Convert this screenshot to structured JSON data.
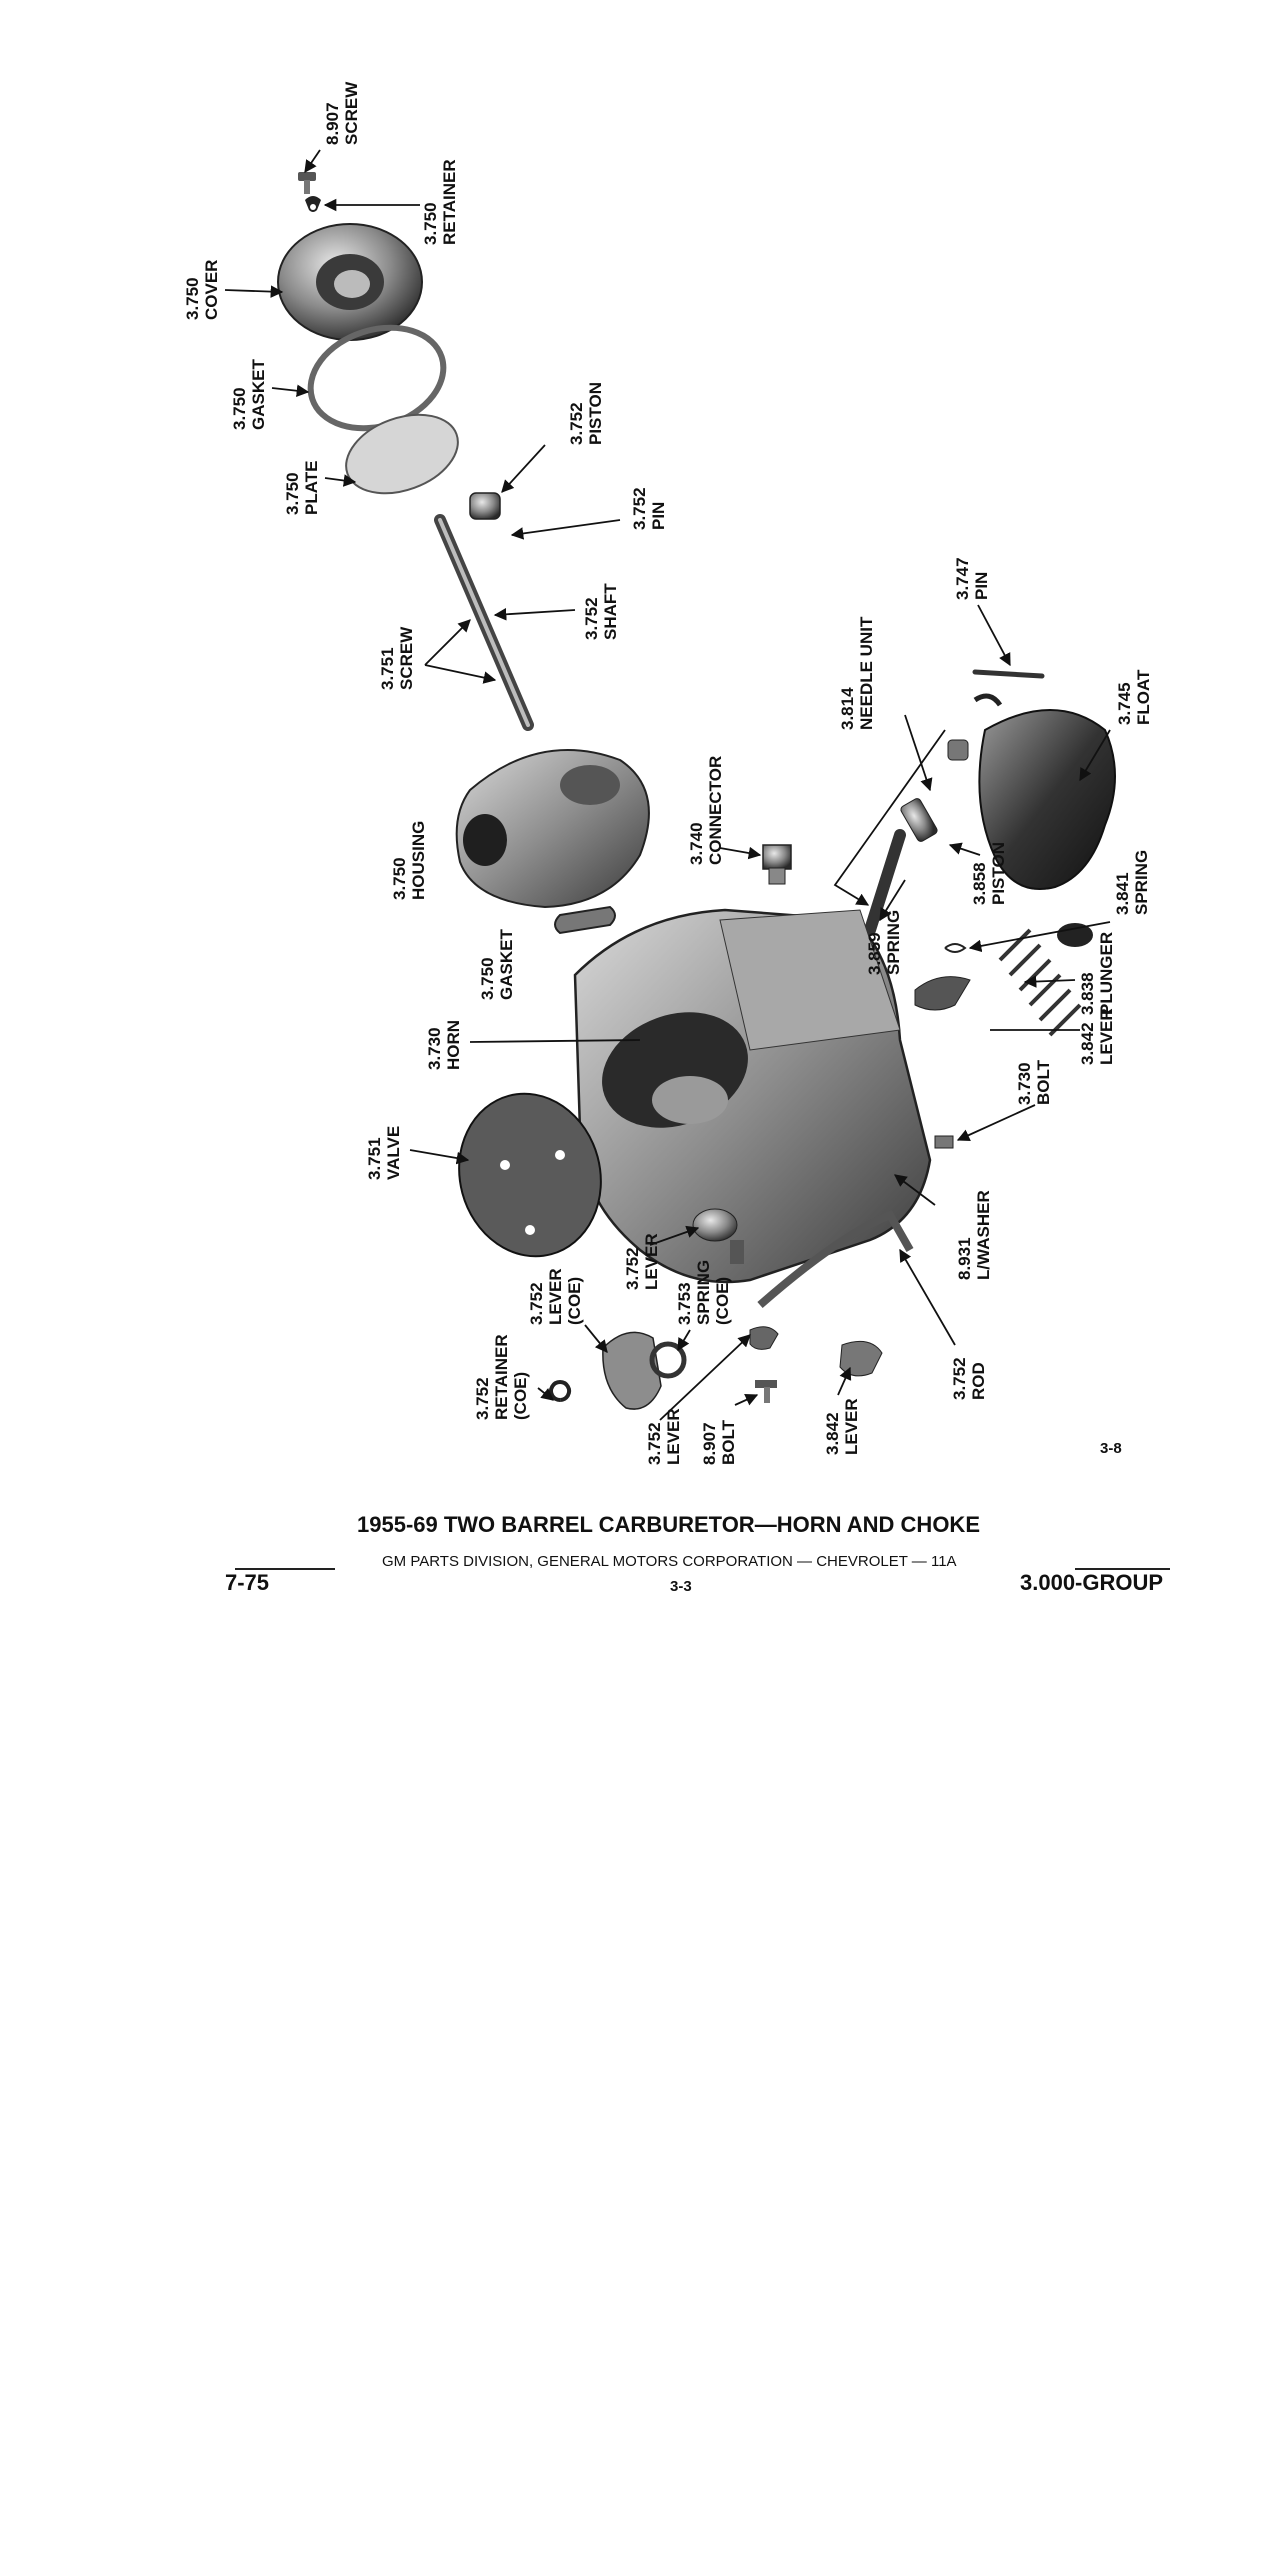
{
  "figure_number": "3-8",
  "footer": {
    "title": "1955-69 TWO BARREL CARBURETOR—HORN AND CHOKE",
    "division": "GM PARTS DIVISION, GENERAL MOTORS CORPORATION — CHEVROLET — 11A",
    "date": "7-75",
    "page": "3-3",
    "group": "3.000-GROUP"
  },
  "parts": [
    {
      "id": "screw-8907",
      "num": "8.907",
      "name": "SCREW"
    },
    {
      "id": "retainer-3750",
      "num": "3.750",
      "name": "RETAINER"
    },
    {
      "id": "cover-3750",
      "num": "3.750",
      "name": "COVER"
    },
    {
      "id": "gasket-3750-top",
      "num": "3.750",
      "name": "GASKET"
    },
    {
      "id": "plate-3750",
      "num": "3.750",
      "name": "PLATE"
    },
    {
      "id": "piston-3752",
      "num": "3.752",
      "name": "PISTON"
    },
    {
      "id": "pin-3752",
      "num": "3.752",
      "name": "PIN"
    },
    {
      "id": "shaft-3752",
      "num": "3.752",
      "name": "SHAFT"
    },
    {
      "id": "screw-3751",
      "num": "3.751",
      "name": "SCREW"
    },
    {
      "id": "housing-3750",
      "num": "3.750",
      "name": "HOUSING"
    },
    {
      "id": "connector-3740",
      "num": "3.740",
      "name": "CONNECTOR"
    },
    {
      "id": "needle-3814",
      "num": "3.814",
      "name": "NEEDLE UNIT"
    },
    {
      "id": "pin-3747",
      "num": "3.747",
      "name": "PIN"
    },
    {
      "id": "float-3745",
      "num": "3.745",
      "name": "FLOAT"
    },
    {
      "id": "piston-3858",
      "num": "3.858",
      "name": "PISTON"
    },
    {
      "id": "spring-3841",
      "num": "3.841",
      "name": "SPRING"
    },
    {
      "id": "spring-3859",
      "num": "3.859",
      "name": "SPRING"
    },
    {
      "id": "gasket-3750-mid",
      "num": "3.750",
      "name": "GASKET"
    },
    {
      "id": "plunger-3838",
      "num": "3.838",
      "name": "PLUNGER"
    },
    {
      "id": "horn-3730",
      "num": "3.730",
      "name": "HORN"
    },
    {
      "id": "lever-3842-top",
      "num": "3.842",
      "name": "LEVER"
    },
    {
      "id": "bolt-3730",
      "num": "3.730",
      "name": "BOLT"
    },
    {
      "id": "valve-3751",
      "num": "3.751",
      "name": "VALVE"
    },
    {
      "id": "lever-3752-a",
      "num": "3.752",
      "name": "LEVER"
    },
    {
      "id": "lwasher-8931",
      "num": "8.931",
      "name": "L/WASHER"
    },
    {
      "id": "lever-coe-3752",
      "num": "3.752",
      "name": "LEVER",
      "sub": "(COE)"
    },
    {
      "id": "spring-coe-3753",
      "num": "3.753",
      "name": "SPRING",
      "sub": "(COE)"
    },
    {
      "id": "retainer-coe-3752",
      "num": "3.752",
      "name": "RETAINER",
      "sub": "(COE)"
    },
    {
      "id": "rod-3752",
      "num": "3.752",
      "name": "ROD"
    },
    {
      "id": "lever-3752-b",
      "num": "3.752",
      "name": "LEVER"
    },
    {
      "id": "bolt-8907",
      "num": "8.907",
      "name": "BOLT"
    },
    {
      "id": "lever-3842-bot",
      "num": "3.842",
      "name": "LEVER"
    }
  ]
}
